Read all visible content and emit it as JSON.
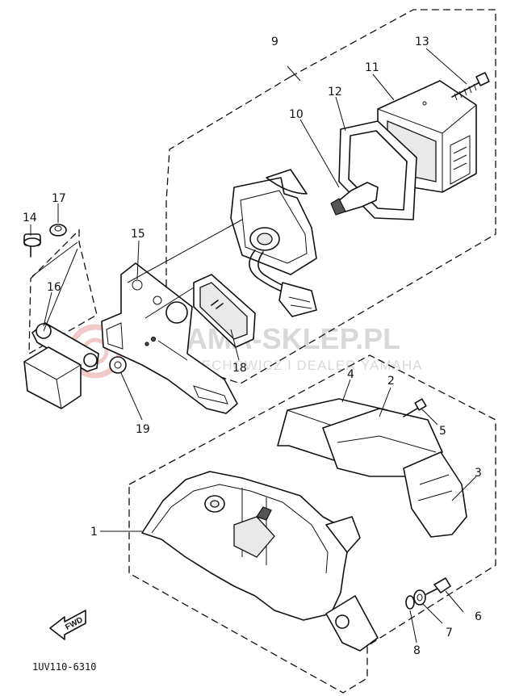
{
  "diagram": {
    "callouts": [
      "1",
      "2",
      "3",
      "4",
      "5",
      "6",
      "7",
      "8",
      "9",
      "10",
      "11",
      "12",
      "13",
      "14",
      "15",
      "16",
      "17",
      "18",
      "19"
    ],
    "part_code": "1UV110-6310",
    "fwd_label": "FWD",
    "watermark": {
      "brand": "YAMA-SKLEP.PL",
      "subtitle": "WOJCIECHOWICZ I DEALER YAMAHA"
    }
  }
}
